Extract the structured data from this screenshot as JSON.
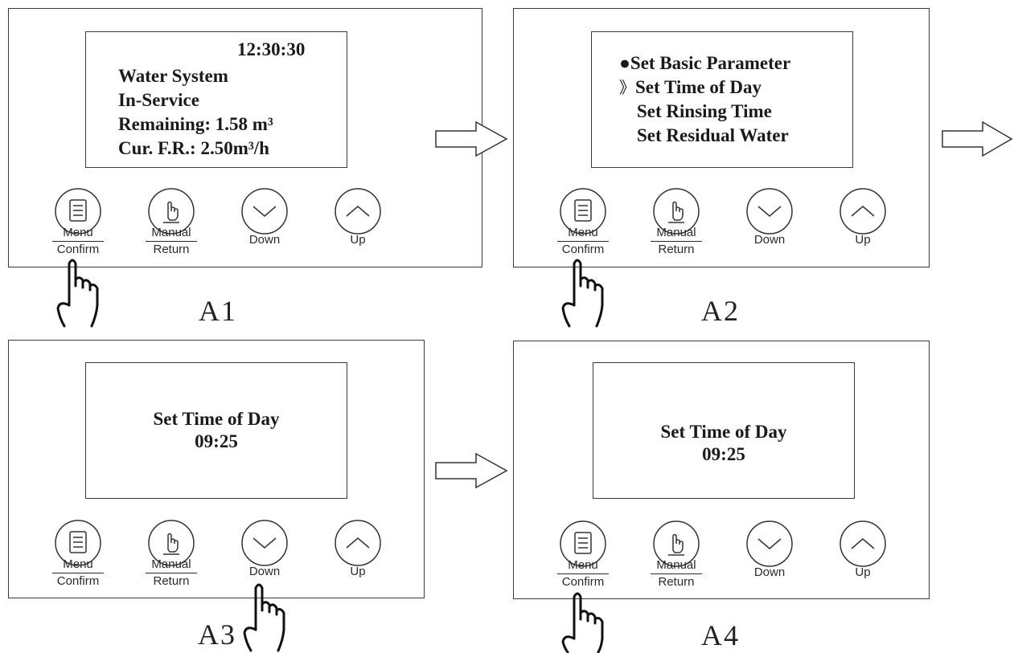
{
  "buttons": {
    "menu": "Menu",
    "confirm": "Confirm",
    "manual": "Manual",
    "return": "Return",
    "down": "Down",
    "up": "Up"
  },
  "panels": [
    {
      "caption": "A1",
      "clock": "12:30:30",
      "lines": [
        "Water System",
        "In-Service",
        "Remaining: 1.58 m³",
        "Cur. F.R.: 2.50m³/h"
      ],
      "pressed": "menu"
    },
    {
      "caption": "A2",
      "menu_items": [
        {
          "marker": "●",
          "label": "Set Basic Parameter"
        },
        {
          "marker": "》",
          "label": "Set Time of Day"
        },
        {
          "marker": "",
          "label": "Set Rinsing Time"
        },
        {
          "marker": "",
          "label": "Set Residual Water"
        }
      ],
      "pressed": "menu"
    },
    {
      "caption": "A3",
      "title": "Set Time of Day",
      "value": "09:25",
      "pressed": "down"
    },
    {
      "caption": "A4",
      "title": "Set Time of Day",
      "value": "09:25",
      "pressed": "menu"
    }
  ]
}
